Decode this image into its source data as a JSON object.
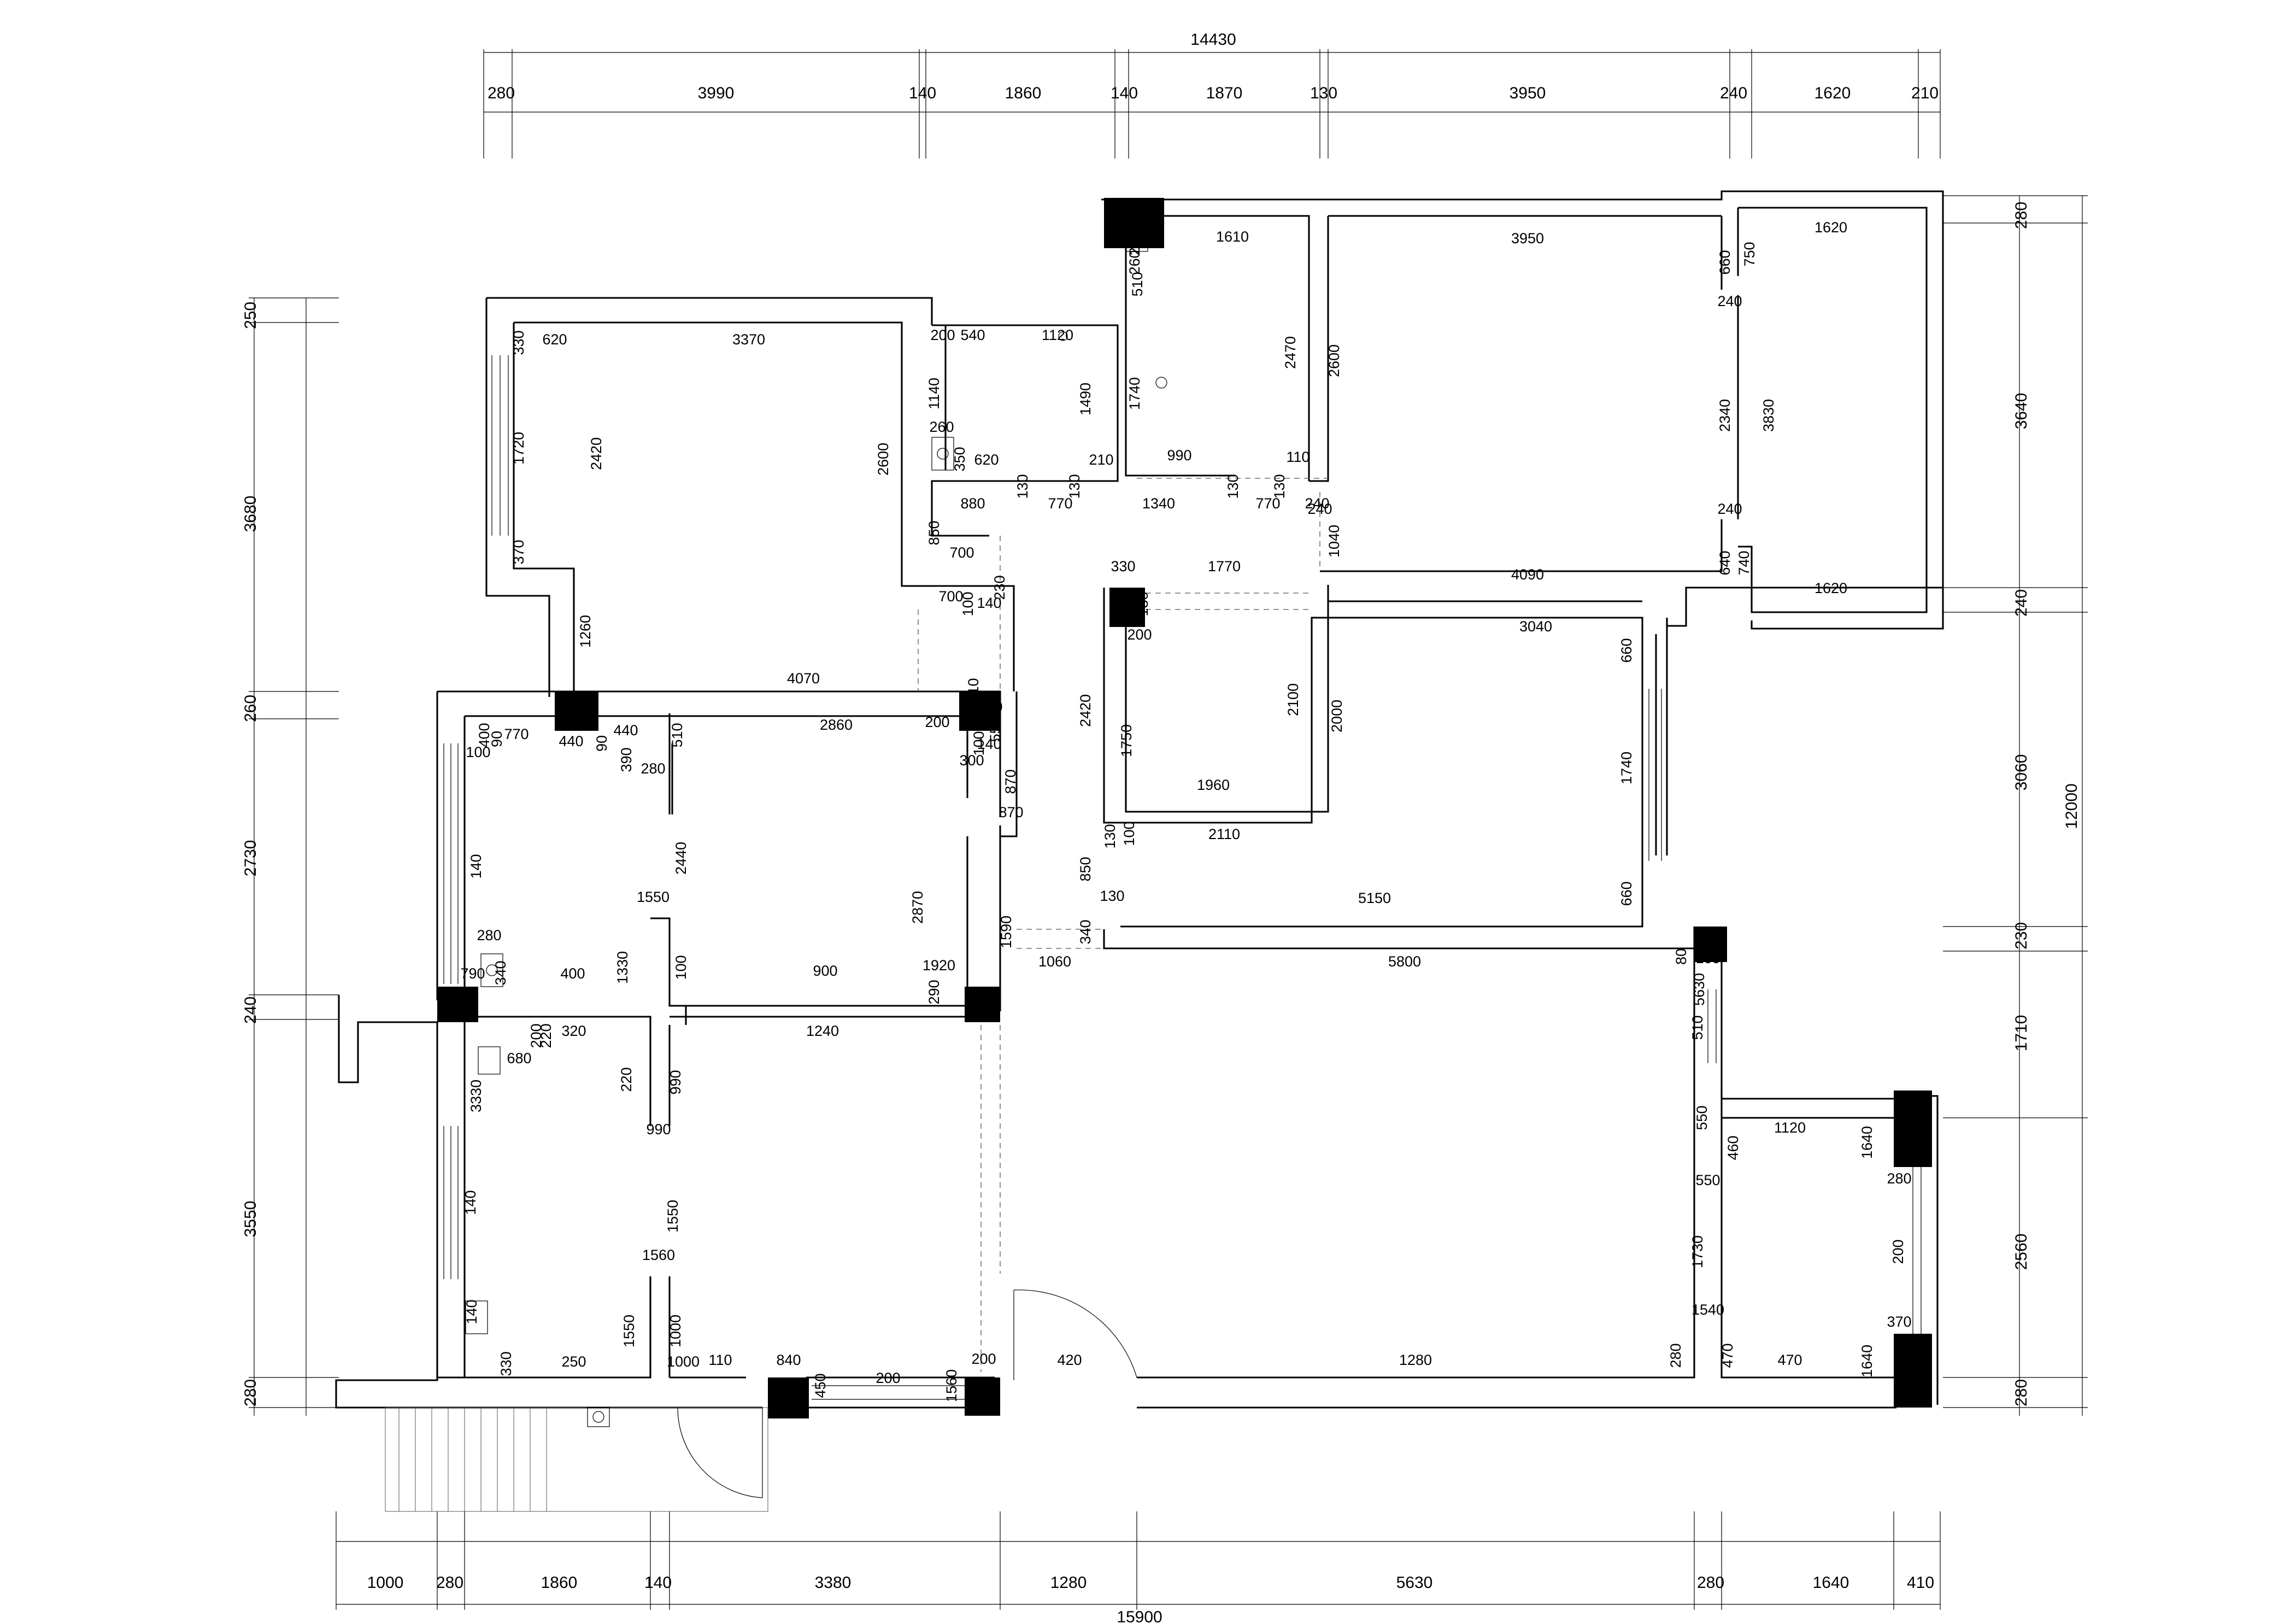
{
  "dimensions": {
    "top_total": "14430",
    "top_chain": [
      "280",
      "3990",
      "140",
      "1860",
      "140",
      "1870",
      "130",
      "3950",
      "240",
      "1620",
      "210"
    ],
    "bottom_total": "15900",
    "bottom_chain": [
      "1000",
      "280",
      "1860",
      "140",
      "3380",
      "1280",
      "5630",
      "280",
      "1640",
      "410"
    ],
    "left_chain": [
      "250",
      "3680",
      "260",
      "2730",
      "240",
      "3550",
      "280"
    ],
    "right_total": "12000",
    "right_chain": [
      "280",
      "3640",
      "240",
      "3060",
      "230",
      "1710",
      "2560",
      "280"
    ]
  },
  "labels": [
    "620",
    "3370",
    "330",
    "1720",
    "2420",
    "370",
    "1260",
    "2600",
    "4070",
    "200",
    "540",
    "1120",
    "1140",
    "1490",
    "260",
    "350",
    "620",
    "130",
    "130",
    "210",
    "240",
    "260",
    "510",
    "1610",
    "1740",
    "2470",
    "990",
    "130",
    "110",
    "130",
    "3950",
    "2600",
    "660",
    "750",
    "1620",
    "240",
    "2340",
    "3830",
    "240",
    "640",
    "740",
    "1620",
    "240",
    "880",
    "770",
    "1340",
    "770",
    "240",
    "1040",
    "850",
    "700",
    "700",
    "100",
    "230",
    "140",
    "330",
    "1770",
    "130",
    "200",
    "4090",
    "2420",
    "1750",
    "2100",
    "2000",
    "3040",
    "660",
    "1740",
    "1960",
    "130",
    "100",
    "2110",
    "850",
    "130",
    "660",
    "5150",
    "340",
    "1060",
    "5800",
    "80",
    "100",
    "770",
    "90",
    "440",
    "90",
    "440",
    "390",
    "280",
    "100",
    "400",
    "510",
    "2860",
    "200",
    "110",
    "140",
    "550",
    "100",
    "300",
    "140",
    "870",
    "870",
    "140",
    "2440",
    "1550",
    "280",
    "340",
    "400",
    "1330",
    "790",
    "100",
    "900",
    "2870",
    "1590",
    "1920",
    "290",
    "200",
    "220",
    "320",
    "1240",
    "3330",
    "680",
    "220",
    "990",
    "990",
    "140",
    "1550",
    "1560",
    "140",
    "330",
    "250",
    "1550",
    "1000",
    "1000",
    "110",
    "840",
    "450",
    "200",
    "1560",
    "200",
    "420",
    "1280",
    "5630",
    "510",
    "550",
    "1120",
    "1640",
    "460",
    "550",
    "280",
    "200",
    "1730",
    "1540",
    "280",
    "470",
    "470",
    "1640",
    "370",
    "200"
  ]
}
